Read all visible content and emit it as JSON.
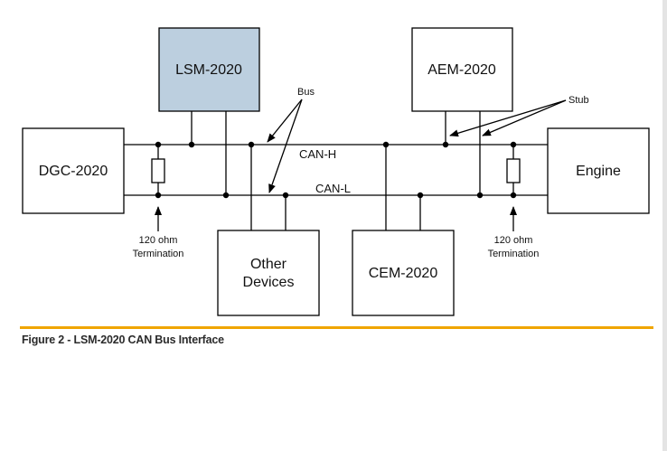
{
  "diagram": {
    "nodes": {
      "lsm": "LSM-2020",
      "aem": "AEM-2020",
      "dgc": "DGC-2020",
      "engine": "Engine",
      "other_line1": "Other",
      "other_line2": "Devices",
      "cem": "CEM-2020"
    },
    "buses": {
      "can_h": "CAN-H",
      "can_l": "CAN-L"
    },
    "annotations": {
      "bus": "Bus",
      "stub": "Stub",
      "term_left_line1": "120 ohm",
      "term_left_line2": "Termination",
      "term_right_line1": "120 ohm",
      "term_right_line2": "Termination"
    },
    "colors": {
      "highlight_fill": "#bccfdf",
      "rule": "#f0a500"
    }
  },
  "figure": {
    "caption": "Figure 2 - LSM-2020 CAN Bus Interface"
  }
}
